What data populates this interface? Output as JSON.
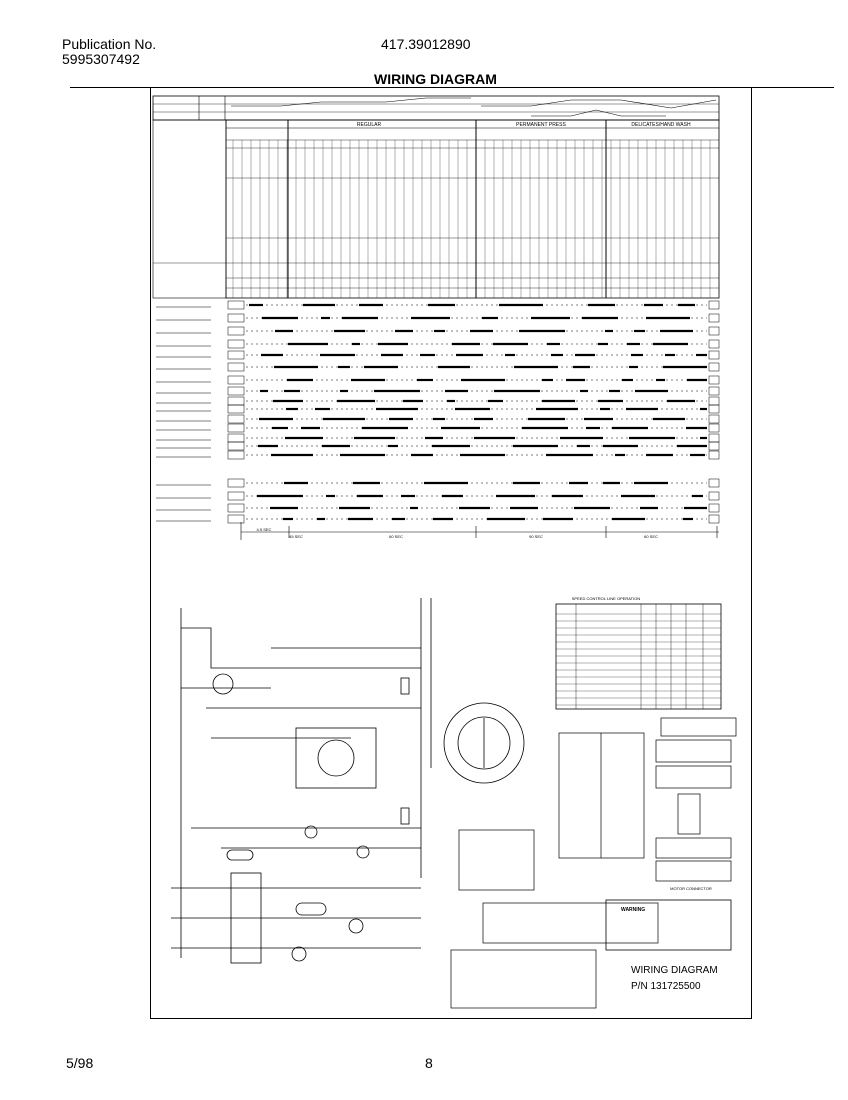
{
  "header": {
    "publication_label": "Publication No.",
    "publication_number": "5995307492",
    "model_number": "417.39012890",
    "title": "WIRING DIAGRAM"
  },
  "timing_chart": {
    "section_labels": [
      "REGULAR",
      "PERMANENT PRESS",
      "DELICATES/HAND WASH"
    ],
    "time_marks": [
      "4.5 SEC",
      "45 SEC",
      "60 SEC",
      "90 SEC",
      "60 SEC"
    ]
  },
  "schematic": {
    "speed_table_title": "SPEED CONTROL LINE OPERATION",
    "motor_connector_label": "MOTOR CONNECTOR",
    "warning_heading": "WARNING",
    "wiring_diagram_label": "WIRING DIAGRAM",
    "part_number": "P/N 131725500"
  },
  "footer": {
    "date": "5/98",
    "page": "8"
  }
}
